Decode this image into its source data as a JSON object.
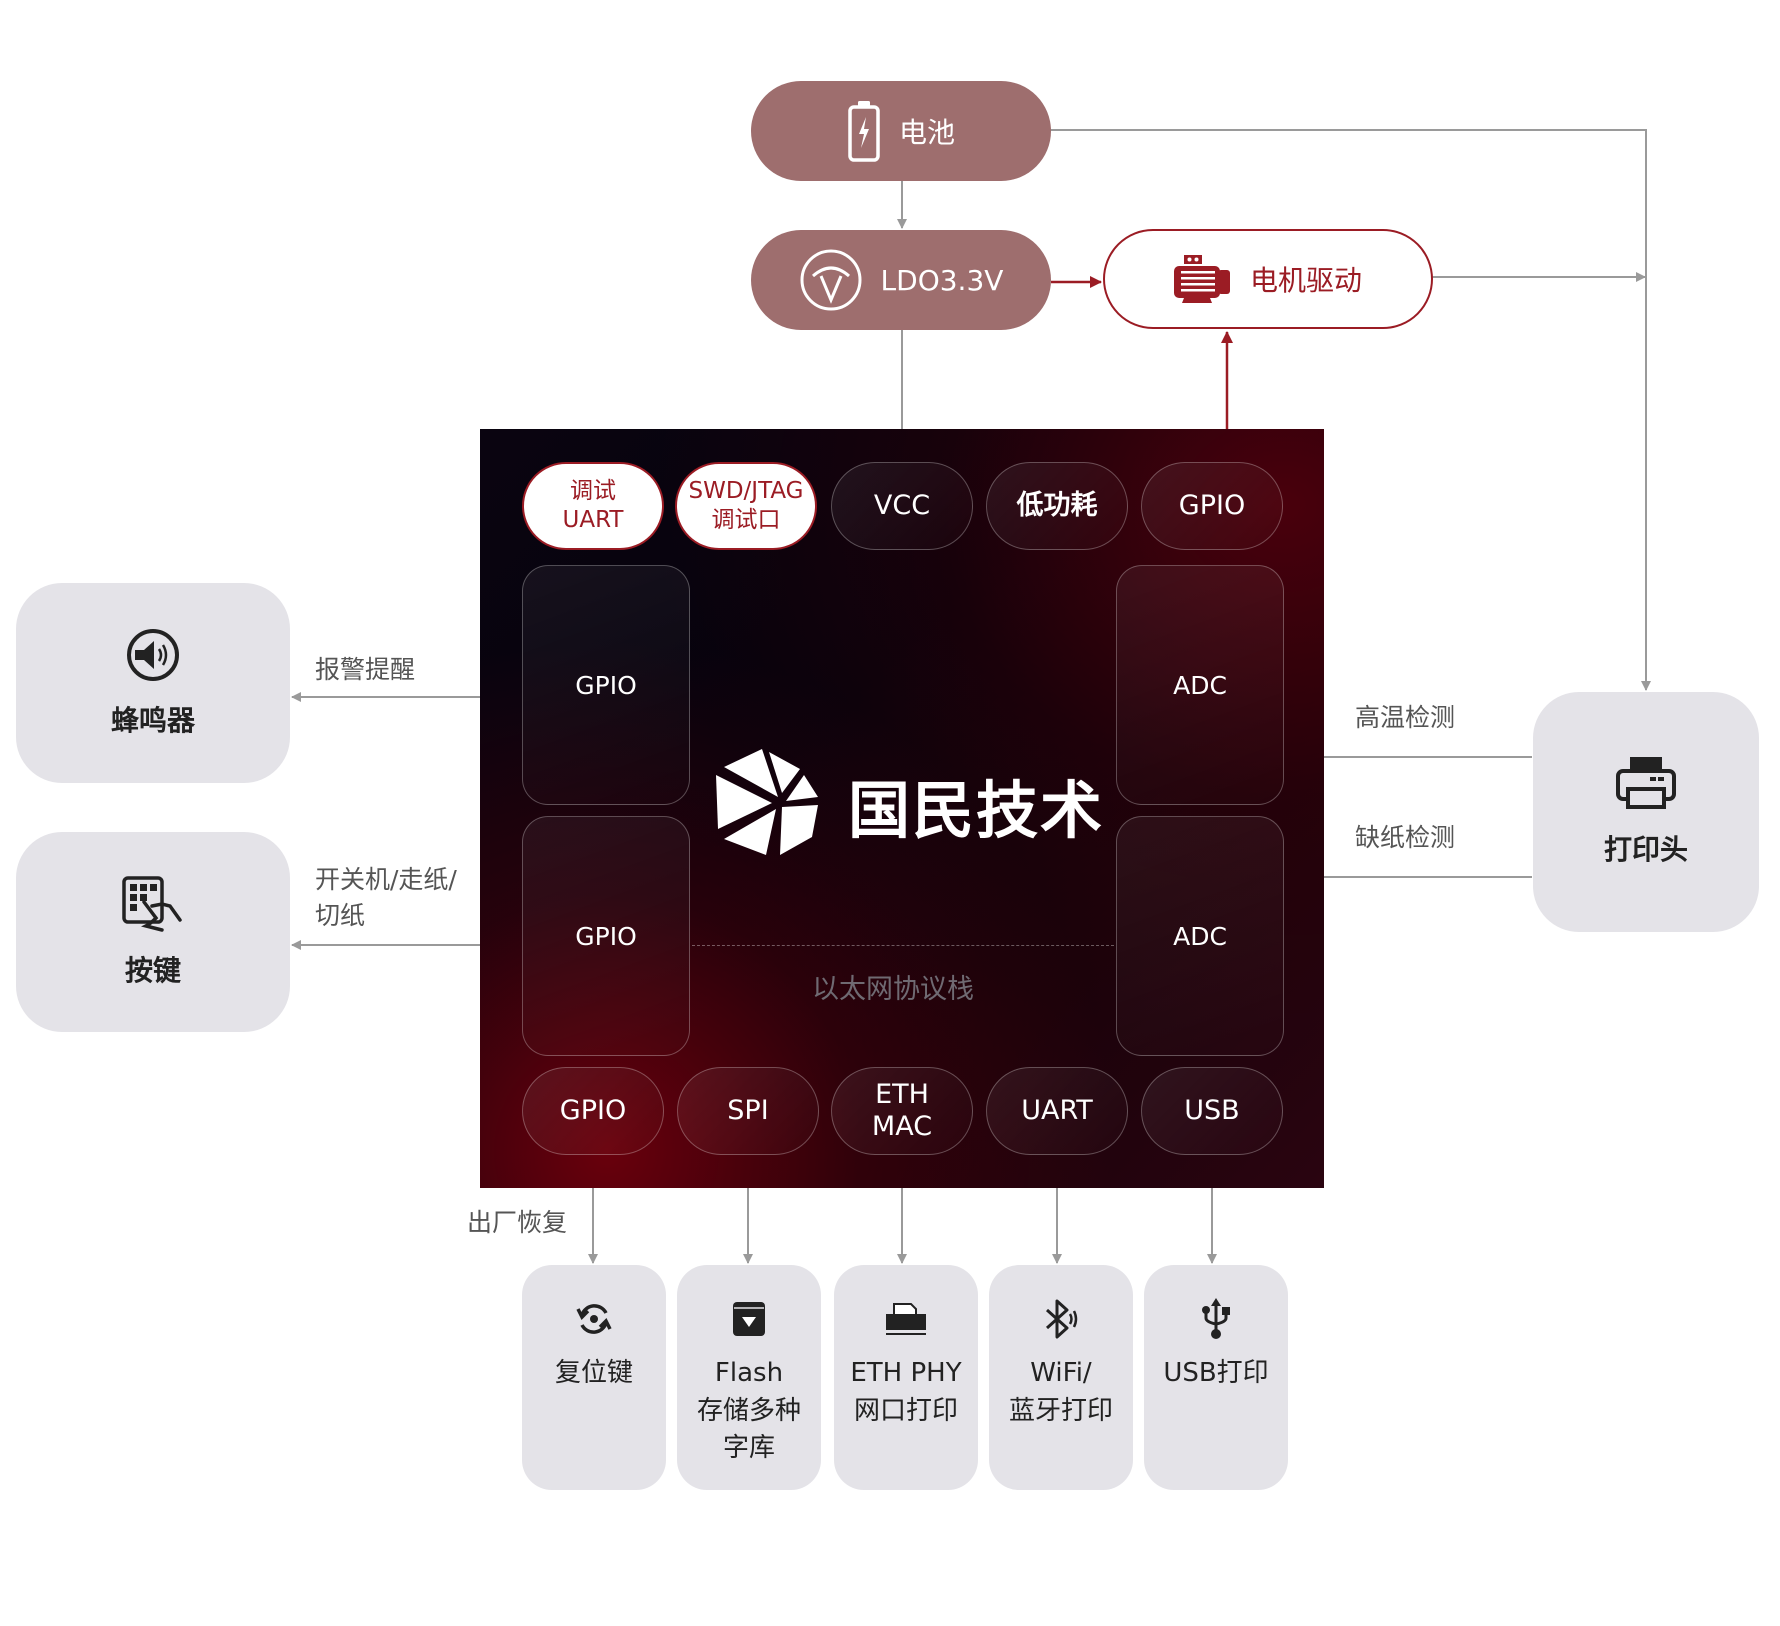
{
  "power": {
    "battery": {
      "label": "电池",
      "icon": "battery-icon"
    },
    "ldo": {
      "label": "LDO3.3V",
      "icon": "voltage-regulator-icon"
    },
    "motor": {
      "label": "电机驱动",
      "icon": "motor-icon"
    }
  },
  "chip": {
    "brand": "国民技术",
    "stack_label": "以太网协议栈",
    "top_pills": [
      {
        "line1": "调试",
        "line2": "UART",
        "highlight": true
      },
      {
        "line1": "SWD/JTAG",
        "line2": "调试口",
        "highlight": true
      },
      {
        "line1": "VCC",
        "line2": "",
        "highlight": false
      },
      {
        "line1": "低功耗",
        "line2": "",
        "highlight": false
      },
      {
        "line1": "GPIO",
        "line2": "",
        "highlight": false
      }
    ],
    "left_blocks": [
      "GPIO",
      "GPIO"
    ],
    "right_blocks": [
      "ADC",
      "ADC"
    ],
    "bottom_pills": [
      {
        "line1": "GPIO",
        "line2": ""
      },
      {
        "line1": "SPI",
        "line2": ""
      },
      {
        "line1": "ETH",
        "line2": "MAC"
      },
      {
        "line1": "UART",
        "line2": ""
      },
      {
        "line1": "USB",
        "line2": ""
      }
    ]
  },
  "left_peripherals": [
    {
      "label": "蜂鸣器",
      "icon": "speaker-icon",
      "edge_label": "报警提醒"
    },
    {
      "label": "按键",
      "icon": "keypad-touch-icon",
      "edge_label": "开关机/走纸/\n切纸"
    }
  ],
  "right_peripheral": {
    "label": "打印头",
    "icon": "printer-icon",
    "edge_labels": [
      "高温检测",
      "缺纸检测"
    ]
  },
  "bottom_peripherals": [
    {
      "label": "复位键",
      "icon": "reset-icon",
      "edge_label": "出厂恢复"
    },
    {
      "label": "Flash\n存储多种\n字库",
      "icon": "flash-storage-icon"
    },
    {
      "label": "ETH PHY\n网口打印",
      "icon": "network-printer-icon"
    },
    {
      "label": "WiFi/\n蓝牙打印",
      "icon": "bluetooth-icon"
    },
    {
      "label": "USB打印",
      "icon": "usb-icon"
    }
  ],
  "colors": {
    "power_fill": "#9e6e6e",
    "accent_red": "#9b1c24",
    "wire_gray": "#9a9a9a",
    "peripheral_bg": "#e4e3e8"
  }
}
